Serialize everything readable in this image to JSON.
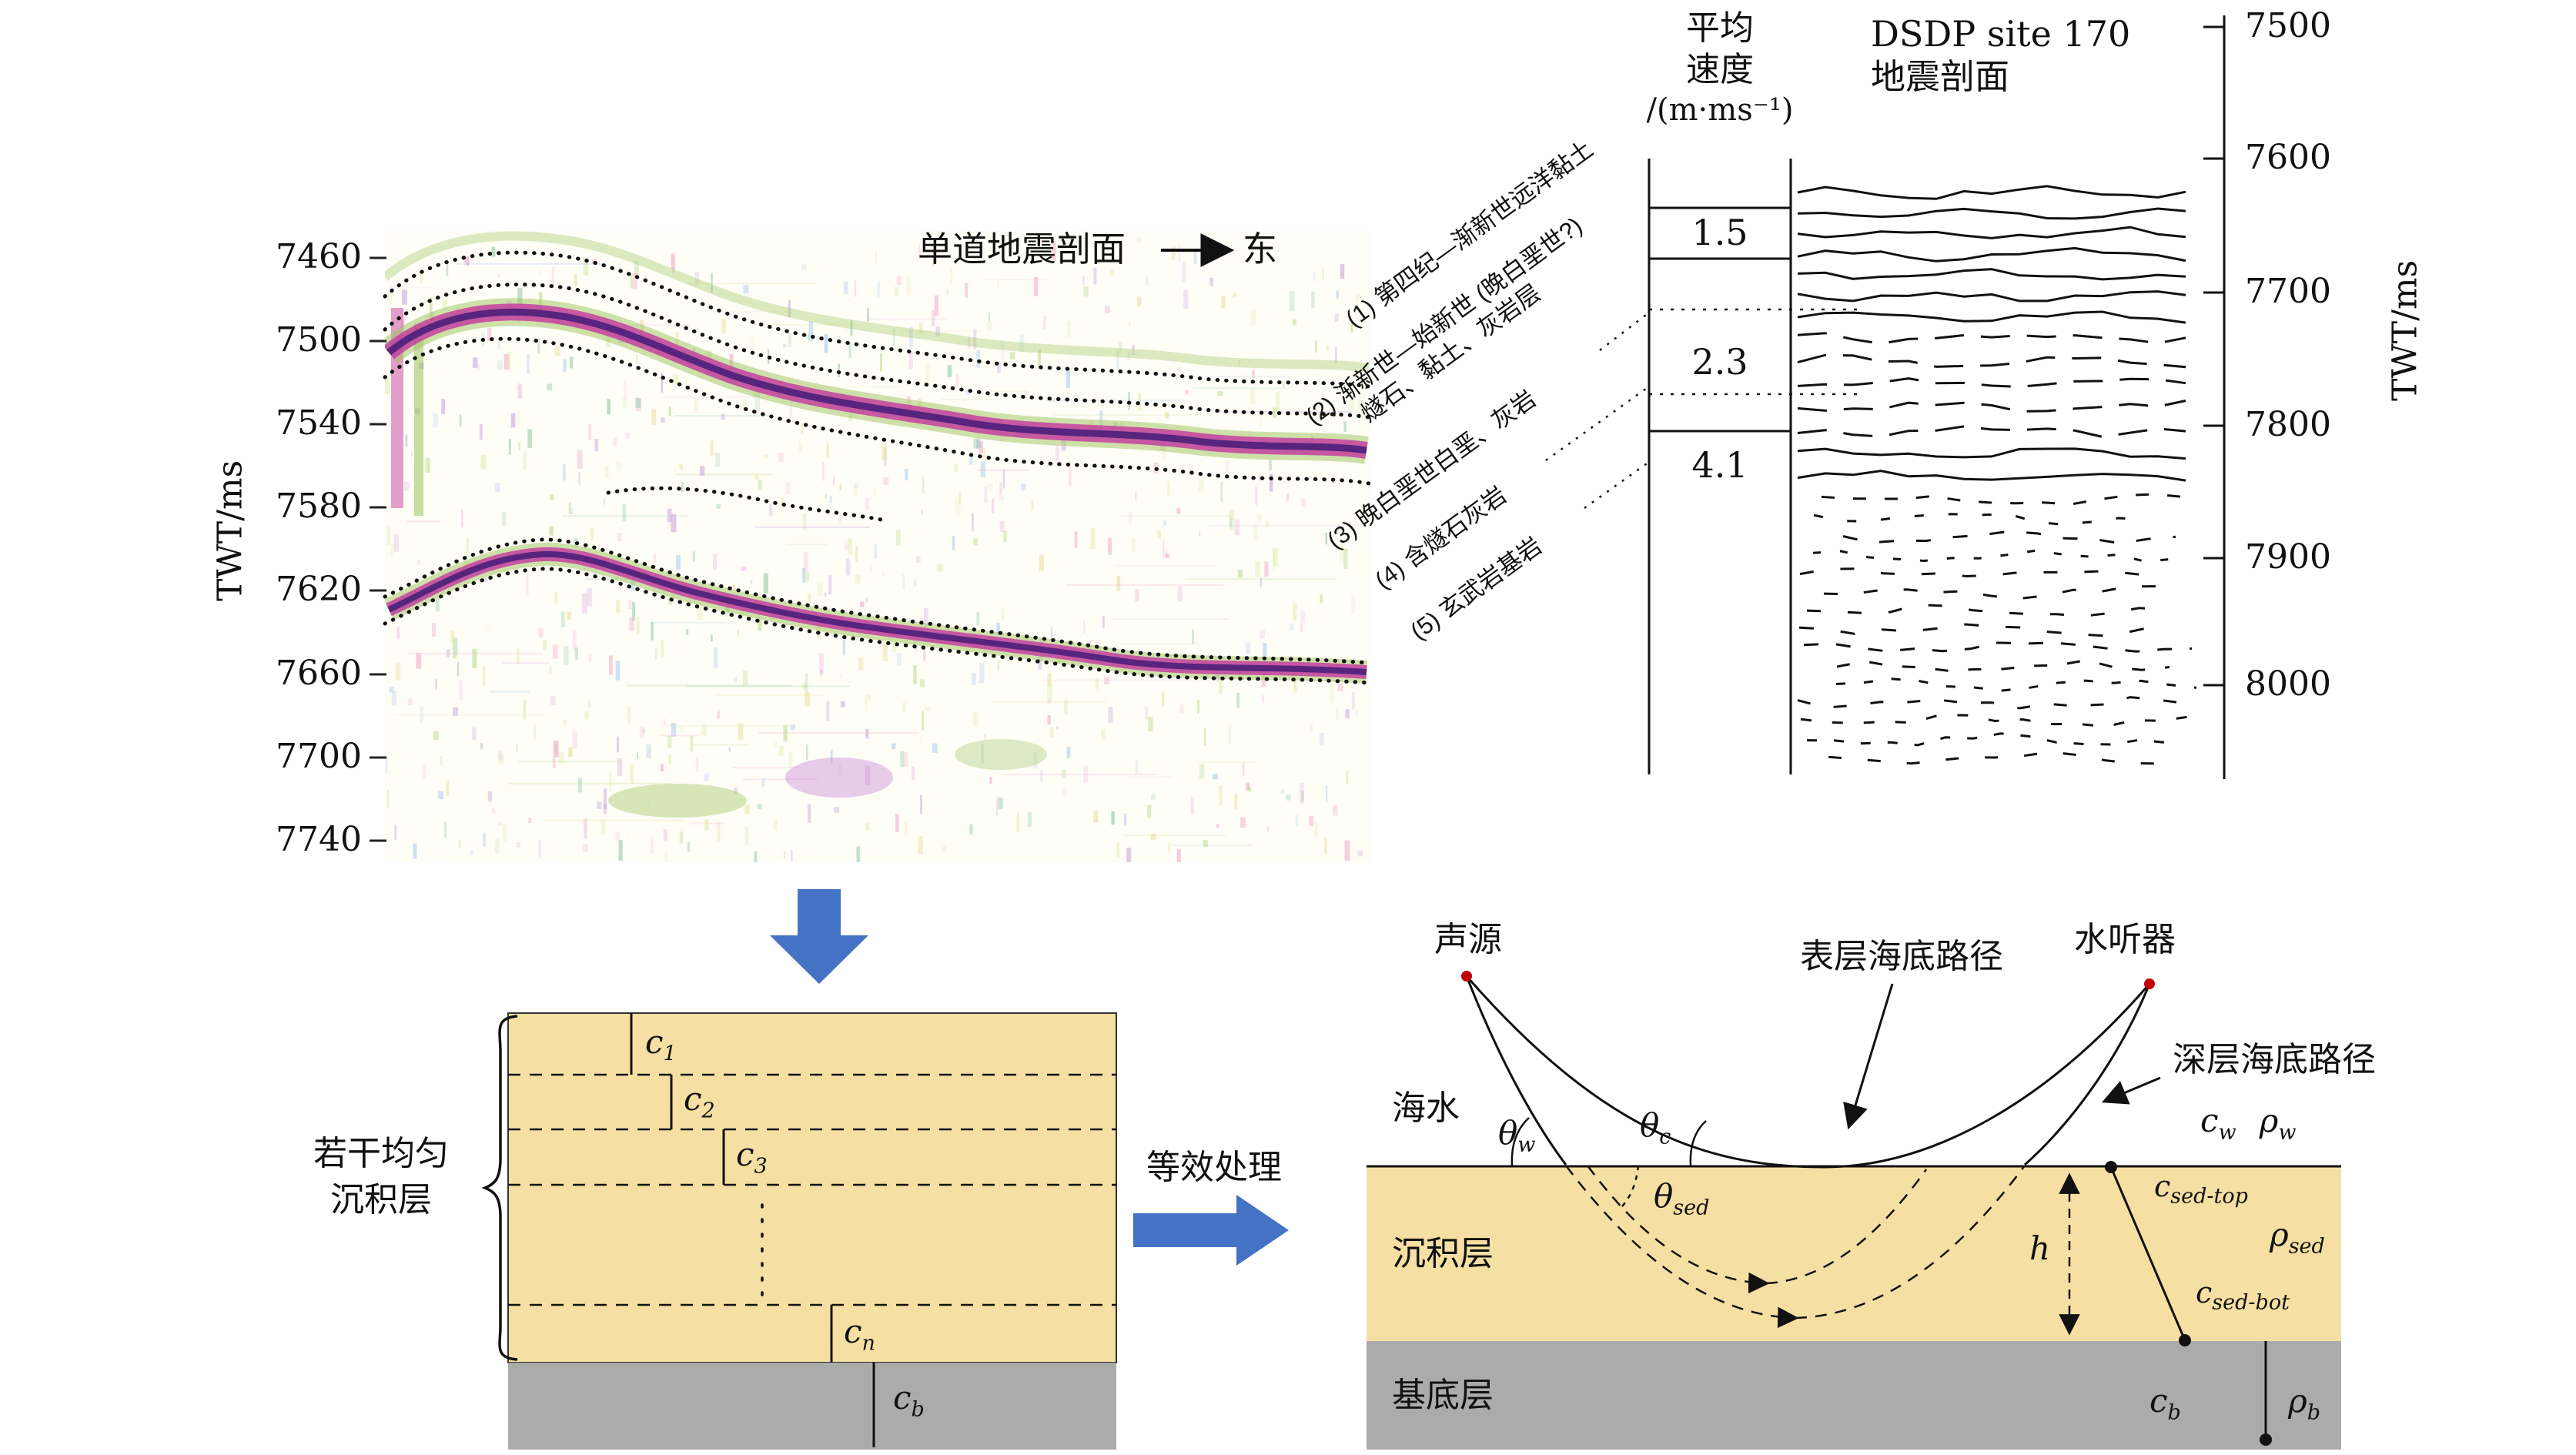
{
  "colors": {
    "sediment": "#f6dfa2",
    "basement": "#ababab",
    "arrow_blue": "#4472c4",
    "marker_red": "#c00000"
  },
  "seismic": {
    "axis_label": "TWT/ms",
    "ticks": [
      "7460",
      "7500",
      "7540",
      "7580",
      "7620",
      "7660",
      "7700",
      "7740"
    ],
    "title": "单道地震剖面",
    "direction": "东"
  },
  "velocity": {
    "header1": "平均",
    "header2": "速度",
    "header3": "/(m·ms⁻¹)",
    "v1": "1.5",
    "v2": "2.3",
    "v3": "4.1",
    "s1": "(1) 第四纪—渐新世远洋黏土",
    "s2a": "(2) 渐新世—始新世 (晚白垩世?)",
    "s2b": "燧石、黏土、灰岩层",
    "s3": "(3) 晚白垩世白垩、灰岩",
    "s4": "(4) 含燧石灰岩",
    "s5": "(5) 玄武岩基岩"
  },
  "dsdp": {
    "title1": "DSDP site 170",
    "title2": "地震剖面",
    "axis_label": "TWT/ms",
    "ticks": [
      "7500",
      "7600",
      "7700",
      "7800",
      "7900",
      "8000"
    ]
  },
  "model": {
    "brace1": "若干均匀",
    "brace2": "沉积层",
    "c1": {
      "sym": "c",
      "sub": "1"
    },
    "c2": {
      "sym": "c",
      "sub": "2"
    },
    "c3": {
      "sym": "c",
      "sub": "3"
    },
    "cn": {
      "sym": "c",
      "sub": "n"
    },
    "cb": {
      "sym": "c",
      "sub": "b"
    },
    "process": "等效处理"
  },
  "scene": {
    "source": "声源",
    "hydrophone": "水听器",
    "surface_path": "表层海底路径",
    "deep_path": "深层海底路径",
    "water": "海水",
    "sediment": "沉积层",
    "basement": "基底层",
    "theta_w": {
      "sym": "θ",
      "sub": "w"
    },
    "theta_c": {
      "sym": "θ",
      "sub": "c"
    },
    "theta_sed": {
      "sym": "θ",
      "sub": "sed"
    },
    "h": "h",
    "c_w": {
      "sym": "c",
      "sub": "w"
    },
    "rho_w": {
      "sym": "ρ",
      "sub": "w"
    },
    "c_sed_top": {
      "sym": "c",
      "sub": "sed-top"
    },
    "rho_sed": {
      "sym": "ρ",
      "sub": "sed"
    },
    "c_sed_bot": {
      "sym": "c",
      "sub": "sed-bot"
    },
    "c_b": {
      "sym": "c",
      "sub": "b"
    },
    "rho_b": {
      "sym": "ρ",
      "sub": "b"
    }
  }
}
